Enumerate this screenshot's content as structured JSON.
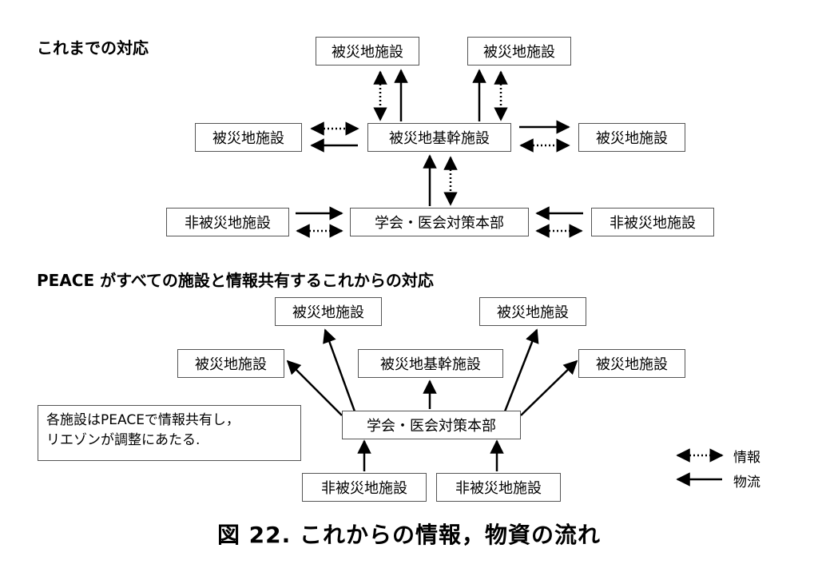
{
  "section_current": {
    "title": "これまでの対応"
  },
  "section_future": {
    "title": "PEACE がすべての施設と情報共有するこれからの対応"
  },
  "current": {
    "top_left": "被災地施設",
    "top_right": "被災地施設",
    "left": "被災地施設",
    "hub": "被災地基幹施設",
    "right": "被災地施設",
    "bottom_left": "非被災地施設",
    "society": "学会・医会対策本部",
    "bottom_right": "非被災地施設"
  },
  "future": {
    "top_left": "被災地施設",
    "top_right": "被災地施設",
    "left": "被災地施設",
    "hub": "被災地基幹施設",
    "right": "被災地施設",
    "society": "学会・医会対策本部",
    "bottom_left": "非被災地施設",
    "bottom_right": "非被災地施設"
  },
  "note": {
    "line1": "各施設はPEACEで情報共有し，",
    "line2": "リエゾンが調整にあたる."
  },
  "legend": {
    "info": "情報",
    "goods": "物流"
  },
  "caption": "図 22.  これからの情報，物資の流れ"
}
